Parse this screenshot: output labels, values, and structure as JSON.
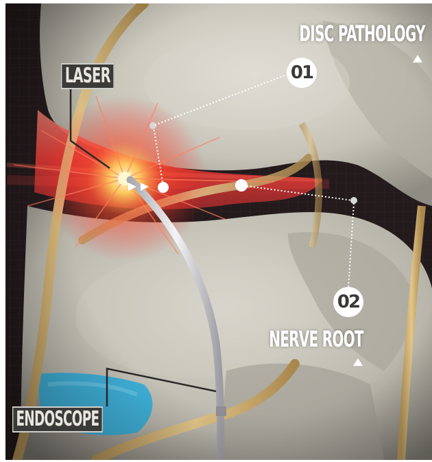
{
  "labels": {
    "laser": "LASER",
    "endoscope": "ENDOSCOPE"
  },
  "callouts": [
    {
      "number": "01",
      "text": "DISC PATHOLOGY"
    },
    {
      "number": "02",
      "text": "NERVE ROOT"
    }
  ],
  "colors": {
    "label_box": "#3a3a38",
    "bone": "#c9c6bb",
    "disc_glow": "#e0403a",
    "nerve": "#d4b878",
    "endoscope": "#d8d8dc",
    "blue_tissue": "#3fb0d8",
    "laser_core": "#fff3a0"
  }
}
